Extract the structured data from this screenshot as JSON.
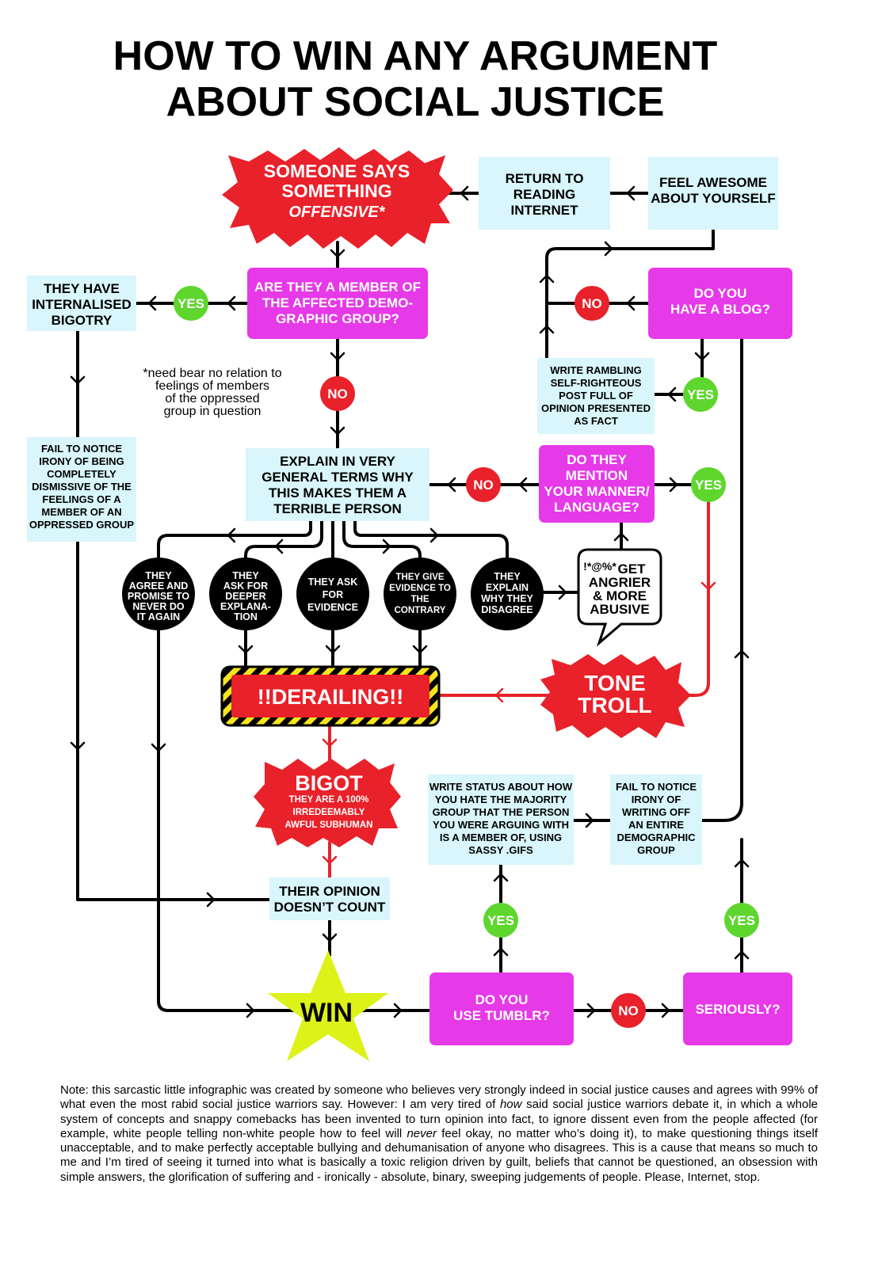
{
  "title": {
    "line1": "HOW TO WIN ANY ARGUMENT",
    "line2": "ABOUT SOCIAL JUSTICE"
  },
  "colors": {
    "cyan_box": "#d8f6fb",
    "magenta_box": "#e639e8",
    "red": "#e8212a",
    "green": "#5ed62e",
    "black": "#000000",
    "yellow_star": "#dcf218",
    "hazard_yellow": "#f6e51a"
  },
  "nodes": {
    "offensive": {
      "line1": "SOMEONE SAYS",
      "line2": "SOMETHING",
      "line3": "OFFENSIVE*"
    },
    "return_internet": {
      "line1": "RETURN TO",
      "line2": "READING",
      "line3": "INTERNET"
    },
    "feel_awesome": {
      "line1": "FEEL AWESOME",
      "line2": "ABOUT YOURSELF"
    },
    "member_question": {
      "line1": "ARE THEY A MEMBER OF",
      "line2": "THE AFFECTED DEMO-",
      "line3": "GRAPHIC GROUP?"
    },
    "internalised": {
      "line1": "THEY HAVE",
      "line2": "INTERNALISED",
      "line3": "BIGOTRY"
    },
    "footnote": {
      "line1": "*need bear no relation to",
      "line2": "feelings of members",
      "line3": "of the oppressed",
      "line4": "group in question"
    },
    "blog_question": {
      "line1": "DO YOU",
      "line2": "HAVE A BLOG?"
    },
    "write_rambling": {
      "line1": "WRITE RAMBLING",
      "line2": "SELF-RIGHTEOUS",
      "line3": "POST FULL OF",
      "line4": "OPINION PRESENTED",
      "line5": "AS FACT"
    },
    "fail_irony_1": {
      "line1": "FAIL TO NOTICE",
      "line2": "IRONY OF BEING",
      "line3": "COMPLETELY",
      "line4": "DISMISSIVE OF THE",
      "line5": "FEELINGS OF A",
      "line6": "MEMBER OF AN",
      "line7": "OPPRESSED GROUP"
    },
    "explain": {
      "line1": "EXPLAIN IN VERY",
      "line2": "GENERAL TERMS WHY",
      "line3": "THIS MAKES THEM A",
      "line4": "TERRIBLE PERSON"
    },
    "manner_question": {
      "line1": "DO THEY",
      "line2": "MENTION",
      "line3": "YOUR MANNER/",
      "line4": "LANGUAGE?"
    },
    "agree": {
      "line1": "THEY",
      "line2": "AGREE AND",
      "line3": "PROMISE TO",
      "line4": "NEVER DO",
      "line5": "IT AGAIN"
    },
    "ask_deeper": {
      "line1": "THEY",
      "line2": "ASK FOR",
      "line3": "DEEPER",
      "line4": "EXPLANA-",
      "line5": "TION"
    },
    "ask_evidence": {
      "line1": "THEY ASK",
      "line2": "FOR",
      "line3": "EVIDENCE"
    },
    "give_evidence": {
      "line1": "THEY GIVE",
      "line2": "EVIDENCE TO",
      "line3": "THE",
      "line4": "CONTRARY"
    },
    "explain_disagree": {
      "line1": "THEY",
      "line2": "EXPLAIN",
      "line3": "WHY THEY",
      "line4": "DISAGREE"
    },
    "angrier": {
      "symbols": "!*@%*",
      "line1": "GET",
      "line2": "ANGRIER",
      "line3": "& MORE",
      "line4": "ABUSIVE"
    },
    "derailing": {
      "label": "!!DERAILING!!"
    },
    "tone_troll": {
      "line1": "TONE",
      "line2": "TROLL"
    },
    "bigot": {
      "line1": "BIGOT",
      "line2": "THEY ARE A 100%",
      "line3": "IRREDEEMABLY",
      "line4": "AWFUL SUBHUMAN"
    },
    "write_status": {
      "line1": "WRITE STATUS ABOUT HOW",
      "line2": "YOU HATE THE MAJORITY",
      "line3": "GROUP THAT THE PERSON",
      "line4": "YOU WERE ARGUING WITH",
      "line5": "IS A MEMBER OF, USING",
      "line6": "SASSY .GIFS"
    },
    "fail_irony_2": {
      "line1": "FAIL TO NOTICE",
      "line2": "IRONY OF",
      "line3": "WRITING OFF",
      "line4": "AN ENTIRE",
      "line5": "DEMOGRAPHIC",
      "line6": "GROUP"
    },
    "opinion": {
      "line1": "THEIR OPINION",
      "line2": "DOESN’T COUNT"
    },
    "win": {
      "label": "WIN"
    },
    "tumblr_question": {
      "line1": "DO YOU",
      "line2": "USE TUMBLR?"
    },
    "seriously": {
      "label": "SERIOUSLY?"
    }
  },
  "decisions": {
    "yes": "YES",
    "no": "NO"
  },
  "note": {
    "p1": "Note: this sarcastic little infographic was created by someone who believes very strongly indeed in social justice causes and agrees with 99% of what even the most rabid social justice warriors say. However: I am very tired of ",
    "em1": "how",
    "p2": " said social justice warriors debate it, in which a whole system of concepts and snappy comebacks has been invented to turn opinion into fact, to ignore dissent even from the people affected (for example, white people telling non-white people how to feel will ",
    "em2": "never",
    "p3": " feel okay, no matter who’s doing it), to make questioning things itself unacceptable, and to make perfectly acceptable bullying and dehumanisation of anyone who disagrees. This is a cause that means so much to me and I’m tired of seeing it turned into what is basically a toxic religion driven by guilt, beliefs that cannot be questioned, an obsession with simple answers, the glorification of suffering and - ironically - absolute, binary, sweeping judgements of people. Please, Internet, stop."
  }
}
